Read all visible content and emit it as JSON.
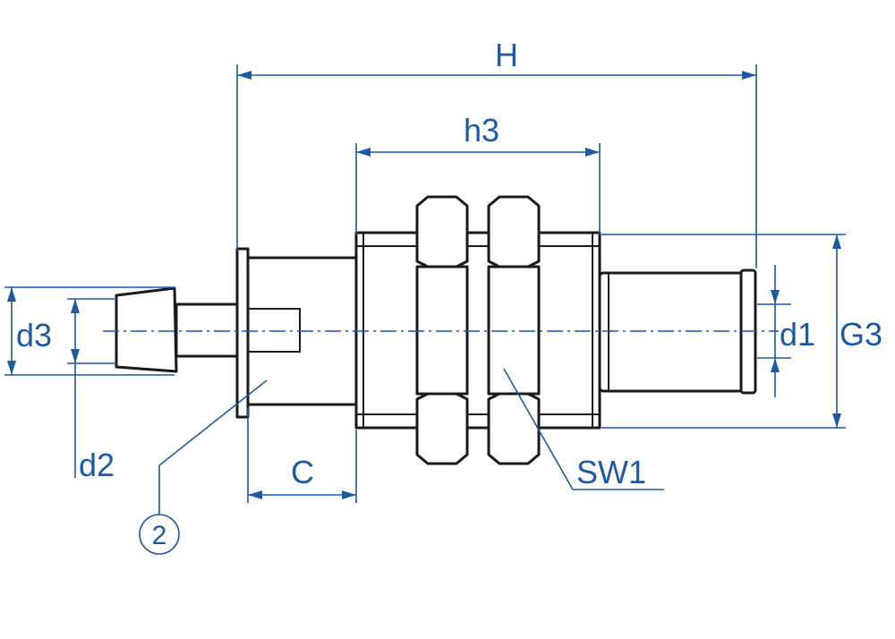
{
  "dimensions": {
    "overall_length": "H",
    "thread_length": "h3",
    "spacer_length": "C",
    "hose_barb_diameter": "d3",
    "stem_diameter": "d2",
    "outlet_diameter": "d1",
    "thread_size": "G3",
    "wrench_size": "SW1"
  },
  "callouts": {
    "item_number": "2"
  },
  "colors": {
    "dimension": "#1e5aa0",
    "outline": "#1a1a1a",
    "background": "#ffffff"
  }
}
